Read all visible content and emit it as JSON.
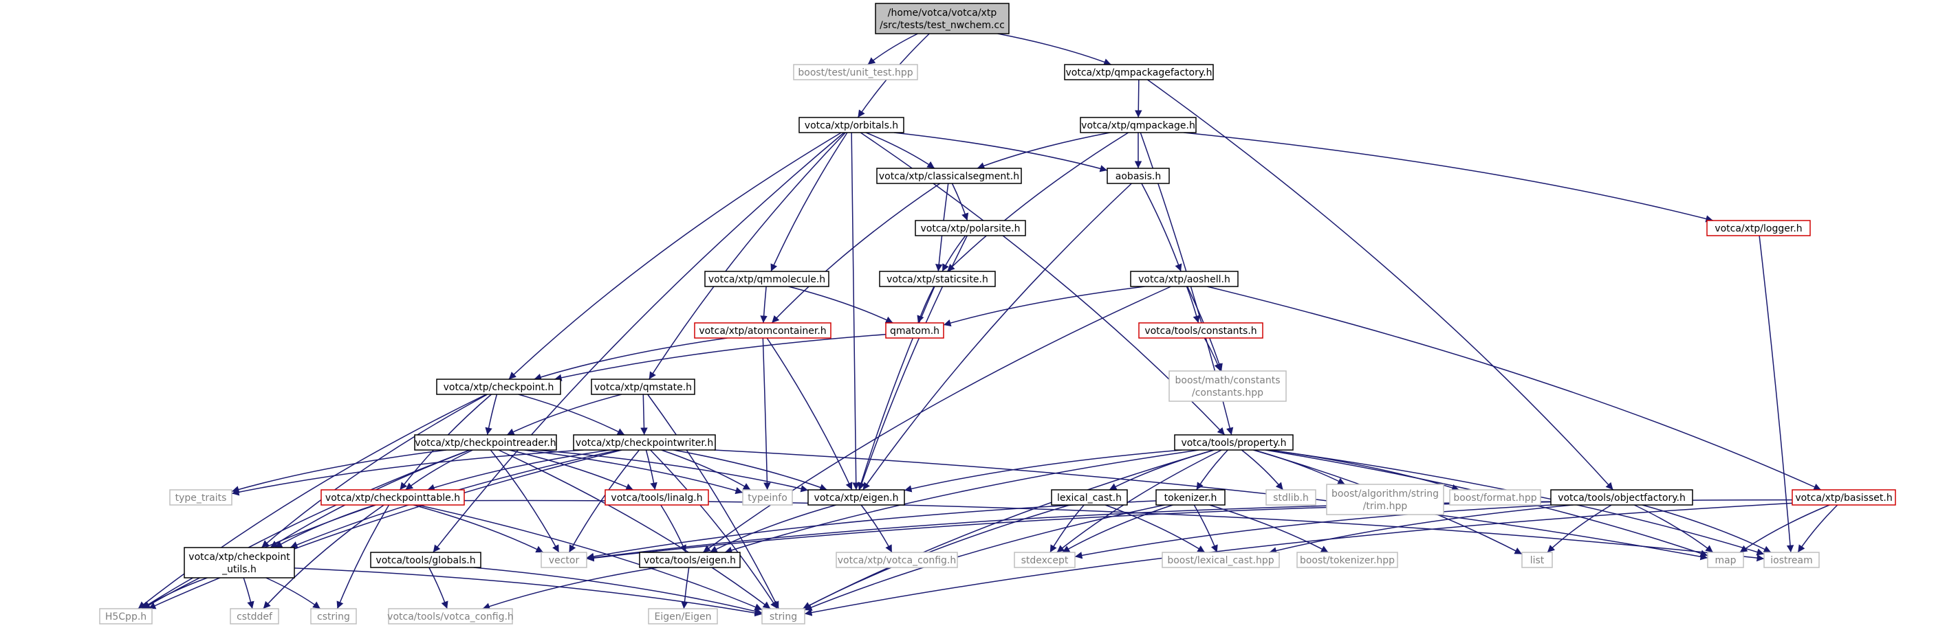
{
  "colors": {
    "edge": "#191970",
    "node_border": "#000000",
    "node_border_red": "#d00000",
    "node_border_gray": "#bfbfbf",
    "root_fill": "#bfbfbf",
    "gray_text": "#7f7f7f"
  },
  "nodes": [
    {
      "id": "root",
      "lines": [
        "/home/votca/votca/xtp",
        "/src/tests/test_nwchem.cc"
      ],
      "style": "root"
    },
    {
      "id": "unit_test",
      "lines": [
        "boost/test/unit_test.hpp"
      ],
      "style": "gray"
    },
    {
      "id": "qmpackagefactory",
      "lines": [
        "votca/xtp/qmpackagefactory.h"
      ],
      "style": "black"
    },
    {
      "id": "orbitals",
      "lines": [
        "votca/xtp/orbitals.h"
      ],
      "style": "black"
    },
    {
      "id": "qmpackage",
      "lines": [
        "votca/xtp/qmpackage.h"
      ],
      "style": "black"
    },
    {
      "id": "classicalsegment",
      "lines": [
        "votca/xtp/classicalsegment.h"
      ],
      "style": "black"
    },
    {
      "id": "aobasis",
      "lines": [
        "aobasis.h"
      ],
      "style": "black"
    },
    {
      "id": "logger",
      "lines": [
        "votca/xtp/logger.h"
      ],
      "style": "red"
    },
    {
      "id": "polarsite",
      "lines": [
        "votca/xtp/polarsite.h"
      ],
      "style": "black"
    },
    {
      "id": "qmmolecule",
      "lines": [
        "votca/xtp/qmmolecule.h"
      ],
      "style": "black"
    },
    {
      "id": "staticsite",
      "lines": [
        "votca/xtp/staticsite.h"
      ],
      "style": "black"
    },
    {
      "id": "aoshell",
      "lines": [
        "votca/xtp/aoshell.h"
      ],
      "style": "black"
    },
    {
      "id": "atomcontainer",
      "lines": [
        "votca/xtp/atomcontainer.h"
      ],
      "style": "red"
    },
    {
      "id": "qmatom",
      "lines": [
        "qmatom.h"
      ],
      "style": "red"
    },
    {
      "id": "tools_constants",
      "lines": [
        "votca/tools/constants.h"
      ],
      "style": "red"
    },
    {
      "id": "boost_constants",
      "lines": [
        "boost/math/constants",
        "/constants.hpp"
      ],
      "style": "gray"
    },
    {
      "id": "checkpoint",
      "lines": [
        "votca/xtp/checkpoint.h"
      ],
      "style": "black"
    },
    {
      "id": "qmstate",
      "lines": [
        "votca/xtp/qmstate.h"
      ],
      "style": "black"
    },
    {
      "id": "checkpointreader",
      "lines": [
        "votca/xtp/checkpointreader.h"
      ],
      "style": "black"
    },
    {
      "id": "checkpointwriter",
      "lines": [
        "votca/xtp/checkpointwriter.h"
      ],
      "style": "black"
    },
    {
      "id": "property",
      "lines": [
        "votca/tools/property.h"
      ],
      "style": "black"
    },
    {
      "id": "type_traits",
      "lines": [
        "type_traits"
      ],
      "style": "gray"
    },
    {
      "id": "typeinfo",
      "lines": [
        "typeinfo"
      ],
      "style": "gray"
    },
    {
      "id": "checkpointtable",
      "lines": [
        "votca/xtp/checkpointtable.h"
      ],
      "style": "red"
    },
    {
      "id": "tools_linalg",
      "lines": [
        "votca/tools/linalg.h"
      ],
      "style": "red"
    },
    {
      "id": "xtp_eigen",
      "lines": [
        "votca/xtp/eigen.h"
      ],
      "style": "black"
    },
    {
      "id": "lexical_cast",
      "lines": [
        "lexical_cast.h"
      ],
      "style": "black"
    },
    {
      "id": "tokenizer",
      "lines": [
        "tokenizer.h"
      ],
      "style": "black"
    },
    {
      "id": "stdlib",
      "lines": [
        "stdlib.h"
      ],
      "style": "gray"
    },
    {
      "id": "trim",
      "lines": [
        "boost/algorithm/string",
        "/trim.hpp"
      ],
      "style": "gray"
    },
    {
      "id": "boost_format",
      "lines": [
        "boost/format.hpp"
      ],
      "style": "gray"
    },
    {
      "id": "objectfactory",
      "lines": [
        "votca/tools/objectfactory.h"
      ],
      "style": "black"
    },
    {
      "id": "basisset",
      "lines": [
        "votca/xtp/basisset.h"
      ],
      "style": "red"
    },
    {
      "id": "checkpoint_utils",
      "lines": [
        "votca/xtp/checkpoint",
        "_utils.h"
      ],
      "style": "black"
    },
    {
      "id": "globals",
      "lines": [
        "votca/tools/globals.h"
      ],
      "style": "black"
    },
    {
      "id": "vector",
      "lines": [
        "vector"
      ],
      "style": "gray"
    },
    {
      "id": "tools_eigen",
      "lines": [
        "votca/tools/eigen.h"
      ],
      "style": "black"
    },
    {
      "id": "xtp_votca_config",
      "lines": [
        "votca/xtp/votca_config.h"
      ],
      "style": "gray"
    },
    {
      "id": "stdexcept",
      "lines": [
        "stdexcept"
      ],
      "style": "gray"
    },
    {
      "id": "boost_lexical_cast",
      "lines": [
        "boost/lexical_cast.hpp"
      ],
      "style": "gray"
    },
    {
      "id": "boost_tokenizer",
      "lines": [
        "boost/tokenizer.hpp"
      ],
      "style": "gray"
    },
    {
      "id": "list",
      "lines": [
        "list"
      ],
      "style": "gray"
    },
    {
      "id": "map",
      "lines": [
        "map"
      ],
      "style": "gray"
    },
    {
      "id": "iostream",
      "lines": [
        "iostream"
      ],
      "style": "gray"
    },
    {
      "id": "h5cpp",
      "lines": [
        "H5Cpp.h"
      ],
      "style": "gray"
    },
    {
      "id": "cstddef",
      "lines": [
        "cstddef"
      ],
      "style": "gray"
    },
    {
      "id": "cstring",
      "lines": [
        "cstring"
      ],
      "style": "gray"
    },
    {
      "id": "tools_votca_config",
      "lines": [
        "votca/tools/votca_config.h"
      ],
      "style": "gray"
    },
    {
      "id": "string",
      "lines": [
        "string"
      ],
      "style": "gray"
    },
    {
      "id": "eigen_eigen",
      "lines": [
        "Eigen/Eigen"
      ],
      "style": "gray"
    }
  ],
  "edges": [
    [
      "root",
      "unit_test"
    ],
    [
      "root",
      "orbitals"
    ],
    [
      "root",
      "qmpackagefactory"
    ],
    [
      "qmpackagefactory",
      "qmpackage"
    ],
    [
      "qmpackagefactory",
      "objectfactory"
    ],
    [
      "orbitals",
      "classicalsegment"
    ],
    [
      "orbitals",
      "aobasis"
    ],
    [
      "orbitals",
      "qmmolecule"
    ],
    [
      "orbitals",
      "checkpoint"
    ],
    [
      "orbitals",
      "qmstate"
    ],
    [
      "orbitals",
      "xtp_eigen"
    ],
    [
      "orbitals",
      "property"
    ],
    [
      "orbitals",
      "globals"
    ],
    [
      "qmpackage",
      "classicalsegment"
    ],
    [
      "qmpackage",
      "aobasis"
    ],
    [
      "qmpackage",
      "staticsite"
    ],
    [
      "qmpackage",
      "logger"
    ],
    [
      "qmpackage",
      "property"
    ],
    [
      "classicalsegment",
      "polarsite"
    ],
    [
      "classicalsegment",
      "staticsite"
    ],
    [
      "classicalsegment",
      "atomcontainer"
    ],
    [
      "aobasis",
      "aoshell"
    ],
    [
      "aobasis",
      "xtp_eigen"
    ],
    [
      "logger",
      "iostream"
    ],
    [
      "polarsite",
      "staticsite"
    ],
    [
      "polarsite",
      "xtp_eigen"
    ],
    [
      "qmmolecule",
      "atomcontainer"
    ],
    [
      "qmmolecule",
      "qmatom"
    ],
    [
      "staticsite",
      "qmatom"
    ],
    [
      "staticsite",
      "xtp_eigen"
    ],
    [
      "aoshell",
      "qmatom"
    ],
    [
      "aoshell",
      "tools_constants"
    ],
    [
      "aoshell",
      "boost_constants"
    ],
    [
      "aoshell",
      "basisset"
    ],
    [
      "aoshell",
      "tools_eigen"
    ],
    [
      "atomcontainer",
      "checkpoint"
    ],
    [
      "atomcontainer",
      "typeinfo"
    ],
    [
      "atomcontainer",
      "xtp_eigen"
    ],
    [
      "qmatom",
      "checkpoint"
    ],
    [
      "tools_constants",
      "boost_constants"
    ],
    [
      "checkpoint",
      "checkpointreader"
    ],
    [
      "checkpoint",
      "checkpointwriter"
    ],
    [
      "checkpoint",
      "checkpointtable"
    ],
    [
      "checkpoint",
      "checkpoint_utils"
    ],
    [
      "checkpoint",
      "h5cpp"
    ],
    [
      "qmstate",
      "checkpointreader"
    ],
    [
      "qmstate",
      "checkpointwriter"
    ],
    [
      "qmstate",
      "string"
    ],
    [
      "checkpointreader",
      "type_traits"
    ],
    [
      "checkpointreader",
      "typeinfo"
    ],
    [
      "checkpointreader",
      "checkpointtable"
    ],
    [
      "checkpointreader",
      "tools_linalg"
    ],
    [
      "checkpointreader",
      "xtp_eigen"
    ],
    [
      "checkpointreader",
      "vector"
    ],
    [
      "checkpointreader",
      "string"
    ],
    [
      "checkpointreader",
      "checkpoint_utils"
    ],
    [
      "checkpointreader",
      "h5cpp"
    ],
    [
      "checkpointwriter",
      "type_traits"
    ],
    [
      "checkpointwriter",
      "typeinfo"
    ],
    [
      "checkpointwriter",
      "checkpointtable"
    ],
    [
      "checkpointwriter",
      "tools_linalg"
    ],
    [
      "checkpointwriter",
      "xtp_eigen"
    ],
    [
      "checkpointwriter",
      "vector"
    ],
    [
      "checkpointwriter",
      "string"
    ],
    [
      "checkpointwriter",
      "checkpoint_utils"
    ],
    [
      "checkpointwriter",
      "h5cpp"
    ],
    [
      "checkpointwriter",
      "map"
    ],
    [
      "property",
      "xtp_eigen"
    ],
    [
      "property",
      "lexical_cast"
    ],
    [
      "property",
      "tokenizer"
    ],
    [
      "property",
      "stdlib"
    ],
    [
      "property",
      "trim"
    ],
    [
      "property",
      "boost_format"
    ],
    [
      "property",
      "stdexcept"
    ],
    [
      "property",
      "list"
    ],
    [
      "property",
      "map"
    ],
    [
      "property",
      "iostream"
    ],
    [
      "property",
      "string"
    ],
    [
      "property",
      "tools_eigen"
    ],
    [
      "checkpointtable",
      "checkpoint_utils"
    ],
    [
      "checkpointtable",
      "vector"
    ],
    [
      "checkpointtable",
      "cstddef"
    ],
    [
      "checkpointtable",
      "cstring"
    ],
    [
      "checkpointtable",
      "string"
    ],
    [
      "checkpointtable",
      "h5cpp"
    ],
    [
      "checkpointtable",
      "iostream"
    ],
    [
      "tools_linalg",
      "tools_eigen"
    ],
    [
      "xtp_eigen",
      "tools_eigen"
    ],
    [
      "xtp_eigen",
      "xtp_votca_config"
    ],
    [
      "lexical_cast",
      "stdexcept"
    ],
    [
      "lexical_cast",
      "boost_lexical_cast"
    ],
    [
      "lexical_cast",
      "string"
    ],
    [
      "tokenizer",
      "vector"
    ],
    [
      "tokenizer",
      "stdexcept"
    ],
    [
      "tokenizer",
      "boost_lexical_cast"
    ],
    [
      "tokenizer",
      "boost_tokenizer"
    ],
    [
      "tokenizer",
      "string"
    ],
    [
      "objectfactory",
      "list"
    ],
    [
      "objectfactory",
      "map"
    ],
    [
      "objectfactory",
      "iostream"
    ],
    [
      "objectfactory",
      "vector"
    ],
    [
      "objectfactory",
      "stdexcept"
    ],
    [
      "objectfactory",
      "boost_lexical_cast"
    ],
    [
      "basisset",
      "map"
    ],
    [
      "basisset",
      "iostream"
    ],
    [
      "basisset",
      "string"
    ],
    [
      "basisset",
      "vector"
    ],
    [
      "checkpoint_utils",
      "h5cpp"
    ],
    [
      "checkpoint_utils",
      "cstddef"
    ],
    [
      "checkpoint_utils",
      "cstring"
    ],
    [
      "checkpoint_utils",
      "string"
    ],
    [
      "globals",
      "tools_votca_config"
    ],
    [
      "globals",
      "string"
    ],
    [
      "tools_eigen",
      "eigen_eigen"
    ],
    [
      "tools_eigen",
      "tools_votca_config"
    ]
  ]
}
